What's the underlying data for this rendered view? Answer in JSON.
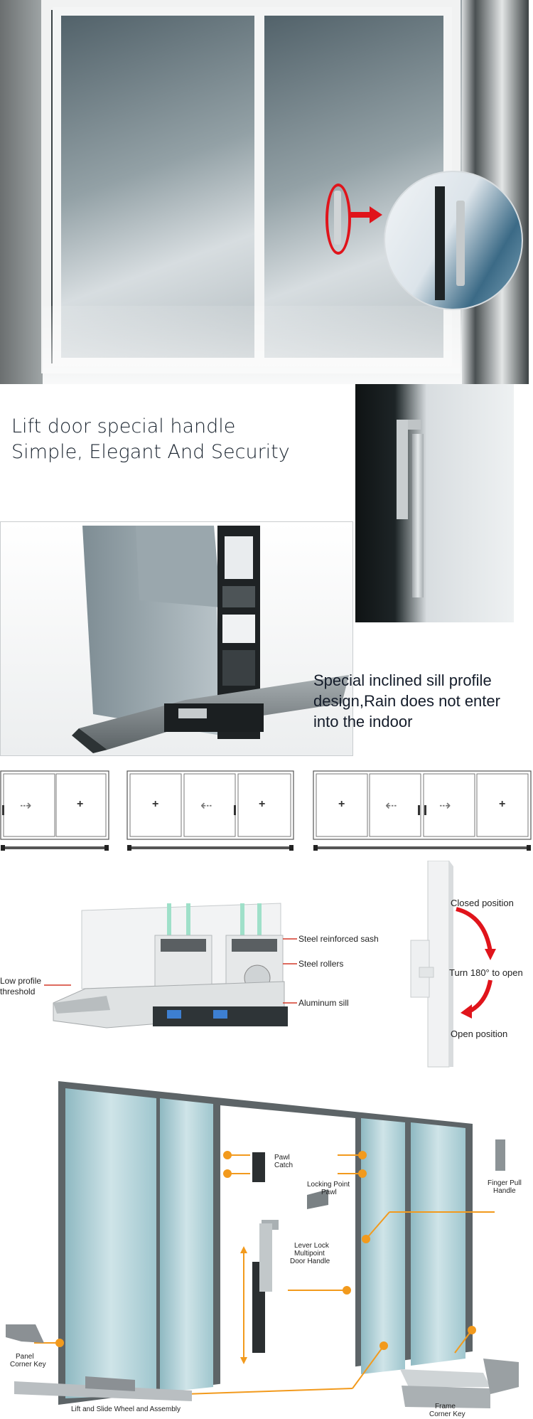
{
  "heading": {
    "line1": "Lift door special handle",
    "line2": "Simple, Elegant And Security"
  },
  "sill": {
    "line1": "Special inclined sill profile",
    "line2": "design,Rain does not enter",
    "line3": "into the indoor"
  },
  "layout_symbols": {
    "arrow_right": "⇢",
    "arrow_left": "⇠",
    "fixed": "+"
  },
  "cross_section": {
    "steel_sash": "Steel reinforced sash",
    "steel_rollers": "Steel rollers",
    "aluminum_sill": "Aluminum sill",
    "threshold_line1": "Low profile",
    "threshold_line2": "threshold"
  },
  "rotation": {
    "closed": "Closed position",
    "turn": "Turn 180° to open",
    "open": "Open position"
  },
  "hardware": {
    "pawl_catch_1": "Pawl",
    "pawl_catch_2": "Catch",
    "locking_point_1": "Locking Point",
    "locking_point_2": "Pawl",
    "lever_lock_1": "Lever Lock",
    "lever_lock_2": "Multipoint",
    "lever_lock_3": "Door Handle",
    "finger_pull_1": "Finger Pull",
    "finger_pull_2": "Handle",
    "panel_key_1": "Panel",
    "panel_key_2": "Corner Key",
    "wheel_assembly": "Lift and Slide Wheel and Assembly",
    "frame_key_1": "Frame",
    "frame_key_2": "Corner Key"
  },
  "colors": {
    "callout_orange": "#f29a1d",
    "red": "#e0141b",
    "heading_text": "#1b2530"
  }
}
